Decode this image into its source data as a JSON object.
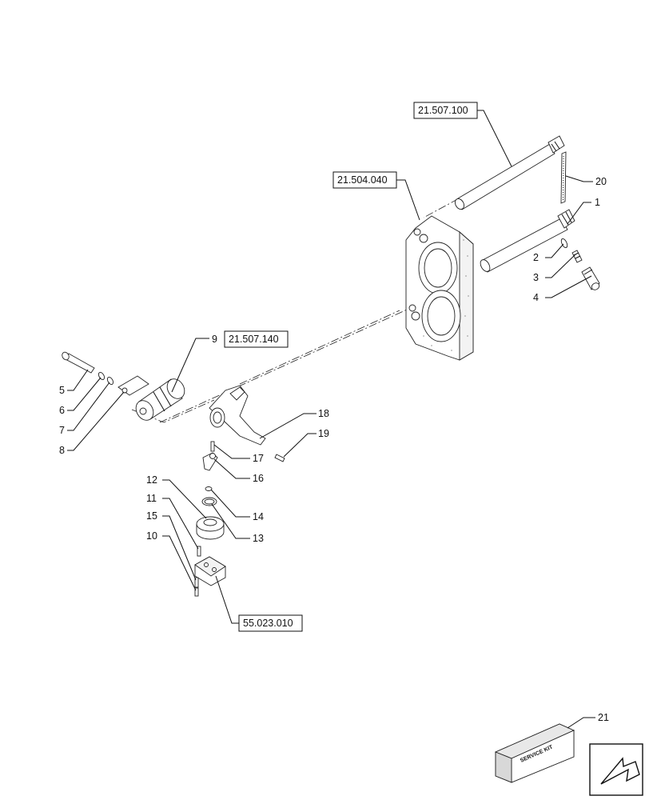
{
  "diagram": {
    "references": [
      "21.507.100",
      "21.504.040",
      "21.507.140",
      "55.023.010"
    ],
    "callouts": [
      "1",
      "2",
      "3",
      "4",
      "5",
      "6",
      "7",
      "8",
      "9",
      "10",
      "11",
      "12",
      "13",
      "14",
      "15",
      "16",
      "17",
      "18",
      "19",
      "20",
      "21"
    ],
    "kit_box_text": "SERVICE KIT"
  }
}
